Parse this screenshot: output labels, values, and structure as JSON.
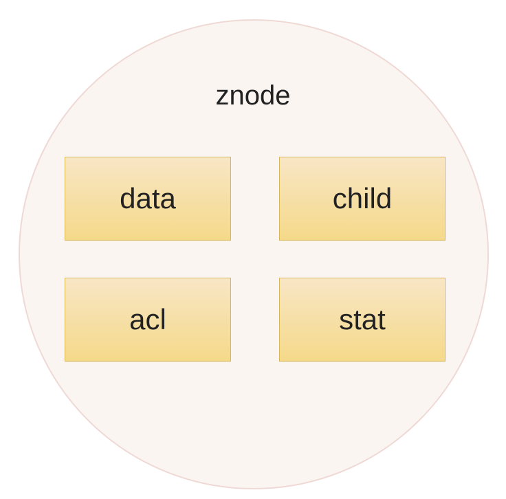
{
  "diagram": {
    "node": {
      "title": "znode",
      "colors": {
        "circle_fill": "#fbf5f2",
        "circle_stroke": "#efd9d5"
      }
    },
    "fields": [
      {
        "label": "data"
      },
      {
        "label": "child"
      },
      {
        "label": "acl"
      },
      {
        "label": "stat"
      }
    ],
    "box_colors": {
      "fill_top": "#f8e6c5",
      "fill_bottom": "#f5d98a",
      "stroke": "#d6b656"
    }
  }
}
